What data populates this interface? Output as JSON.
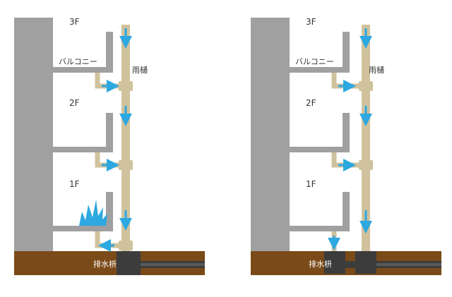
{
  "left": {
    "floors": [
      "3F",
      "2F",
      "1F"
    ],
    "balcony_label": "バルコニー",
    "gutter_label": "雨樋",
    "basin_label": "排水枡"
  },
  "right": {
    "floors": [
      "3F",
      "2F",
      "1F"
    ],
    "balcony_label": "バルコニー",
    "gutter_label": "雨樋",
    "basin_label": "排水枡"
  },
  "colors": {
    "wall": "#a0a0a0",
    "pipe": "#cfc29c",
    "soil": "#7a4a18",
    "basin": "#3c3c3c",
    "arrow": "#2ea8e0",
    "splash": "#2ea8e0"
  },
  "icons": {
    "flow": "blue-arrow",
    "overflow": "water-splash"
  }
}
